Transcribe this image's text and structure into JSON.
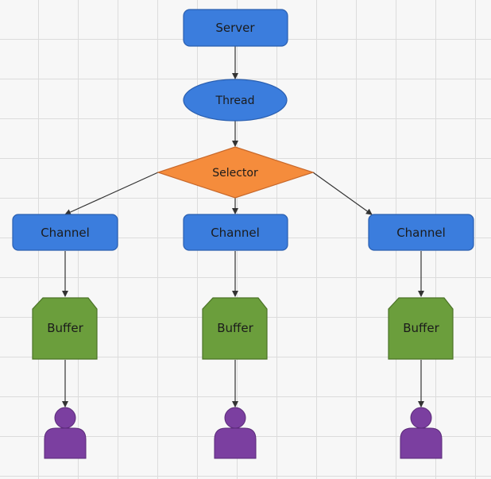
{
  "diagram": {
    "server": {
      "label": "Server"
    },
    "thread": {
      "label": "Thread"
    },
    "selector": {
      "label": "Selector"
    },
    "channels": [
      {
        "label": "Channel"
      },
      {
        "label": "Channel"
      },
      {
        "label": "Channel"
      }
    ],
    "buffers": [
      {
        "label": "Buffer"
      },
      {
        "label": "Buffer"
      },
      {
        "label": "Buffer"
      }
    ],
    "clients": 3,
    "colors": {
      "blue": "#3b7ddd",
      "blue_border": "#2a5fb0",
      "orange": "#f58c3c",
      "orange_border": "#c8682a",
      "green": "#6b9e3c",
      "green_border": "#4b7327",
      "purple": "#7b3fa0",
      "purple_border": "#5a2a78",
      "connector": "#333333"
    }
  }
}
